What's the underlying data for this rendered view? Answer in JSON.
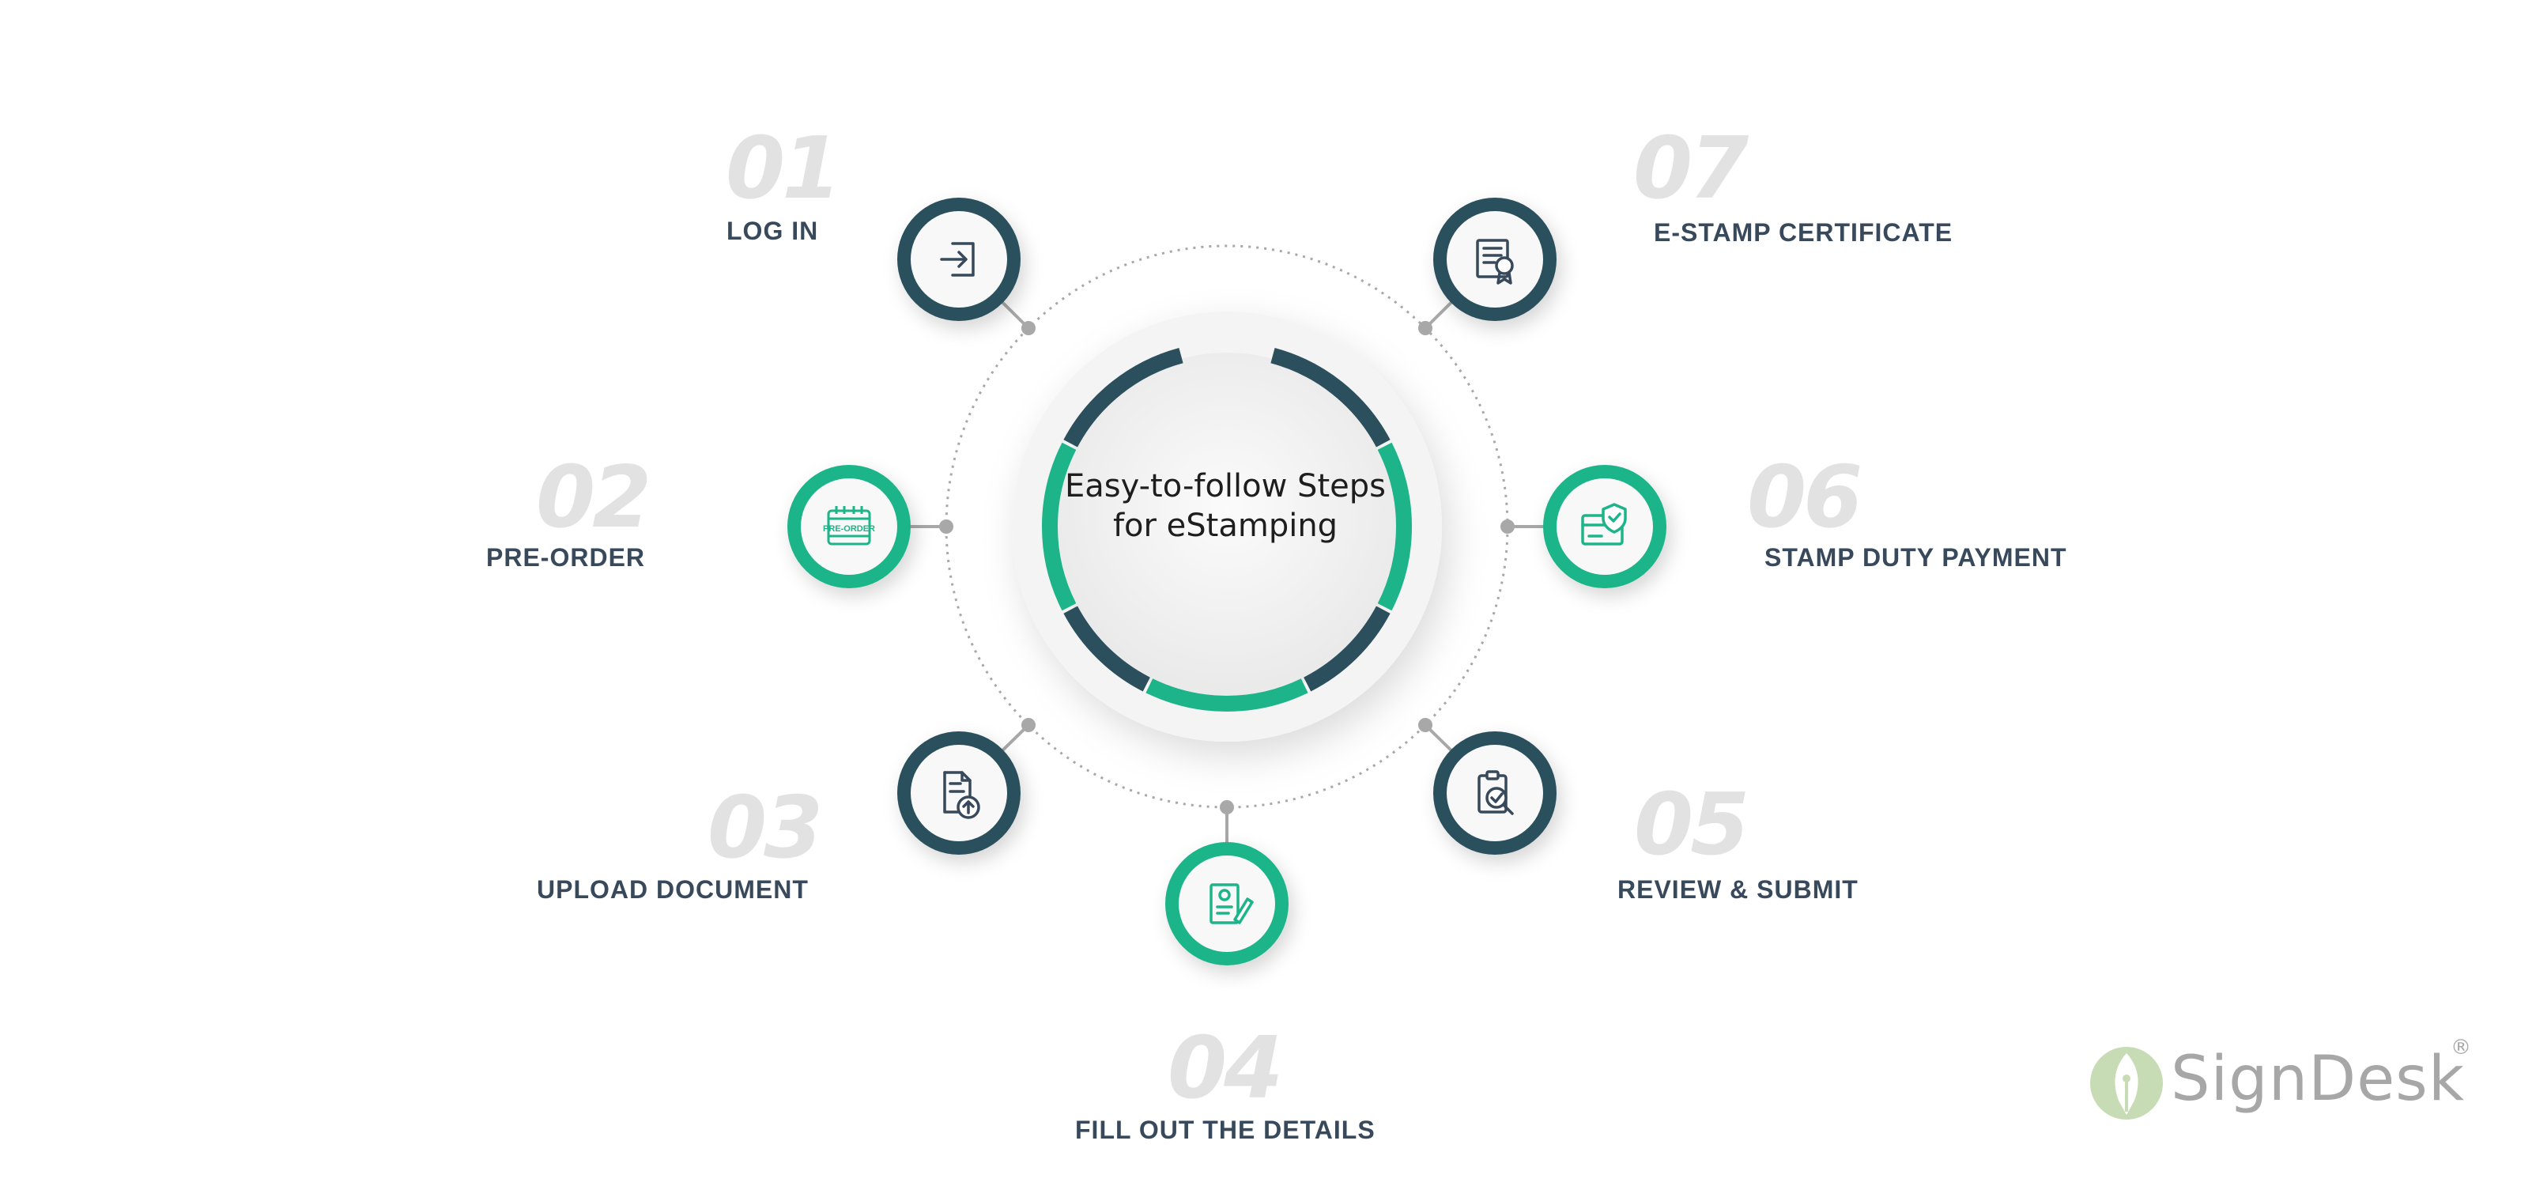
{
  "diagram": {
    "center_title": "Easy-to-follow Steps for eStamping",
    "steps": [
      {
        "number": "01",
        "label": "LOG IN",
        "icon": "login-icon",
        "color": "#2c4f5d"
      },
      {
        "number": "02",
        "label": "PRE-ORDER",
        "icon": "pre-order-icon",
        "icon_text": "PRE-ORDER",
        "color": "#1db489"
      },
      {
        "number": "03",
        "label": "UPLOAD DOCUMENT",
        "icon": "upload-document-icon",
        "color": "#2c4f5d"
      },
      {
        "number": "04",
        "label": "FILL OUT THE DETAILS",
        "icon": "fill-details-icon",
        "color": "#1db489"
      },
      {
        "number": "05",
        "label": "REVIEW & SUBMIT",
        "icon": "review-submit-icon",
        "color": "#2c4f5d"
      },
      {
        "number": "06",
        "label": "STAMP DUTY PAYMENT",
        "icon": "stamp-duty-payment-icon",
        "color": "#1db489"
      },
      {
        "number": "07",
        "label": "E-STAMP CERTIFICATE",
        "icon": "certificate-icon",
        "color": "#2c4f5d"
      }
    ]
  },
  "logo": {
    "text": "SignDesk",
    "registered": "®",
    "icon": "pen-nib-logo-icon",
    "color": "#a7a7a7",
    "accent": "#c7dcb4"
  }
}
